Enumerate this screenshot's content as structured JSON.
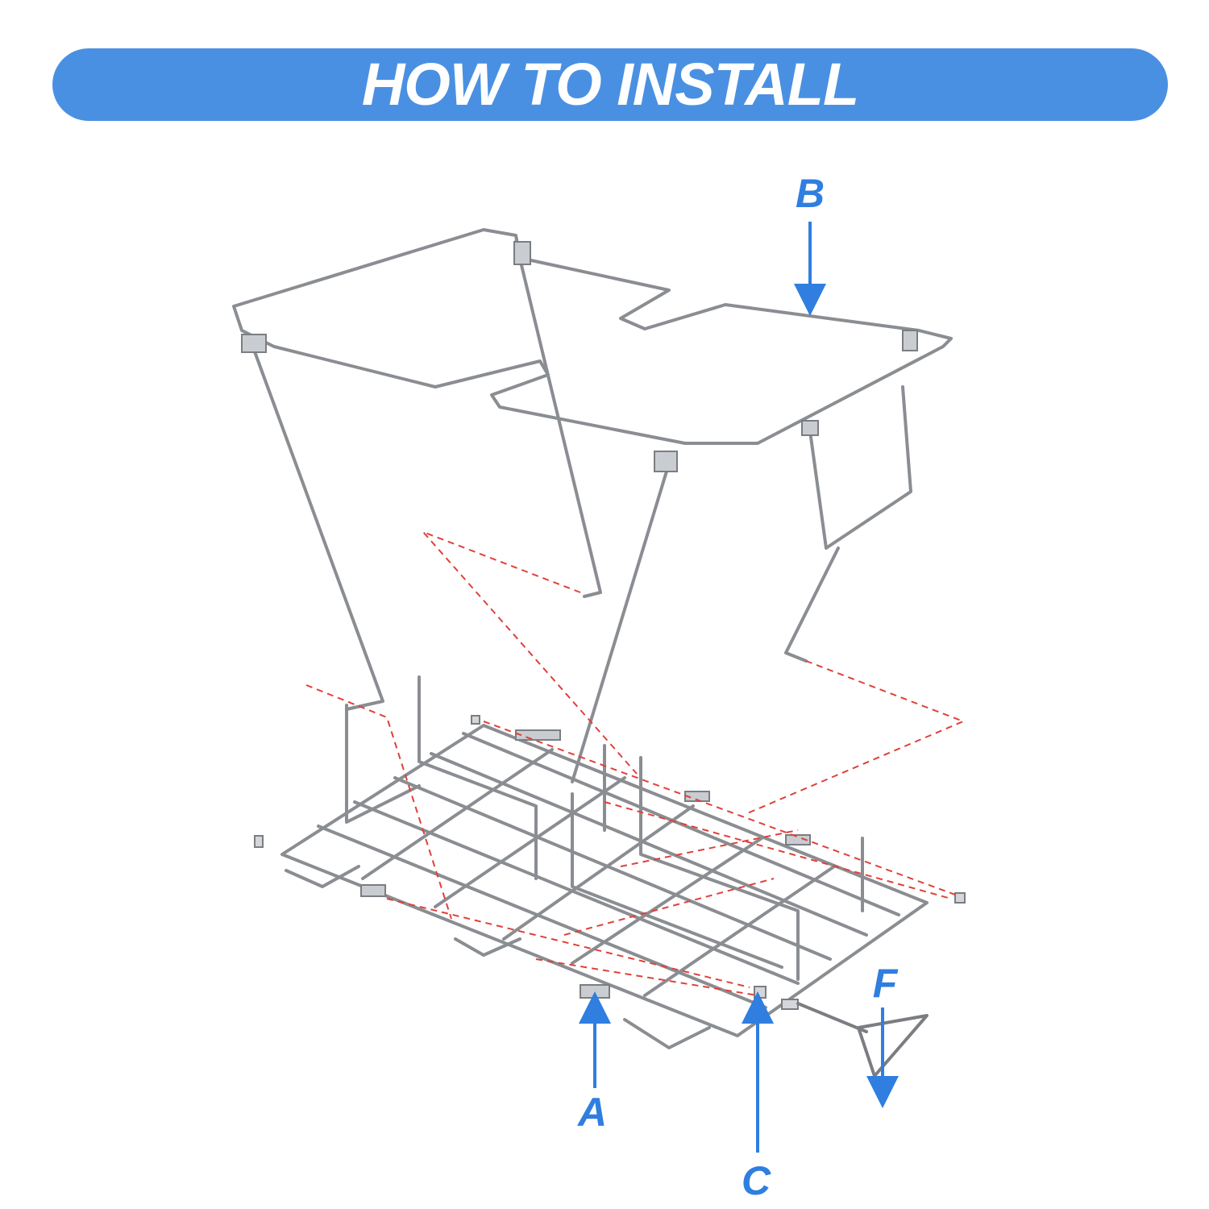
{
  "banner": {
    "title": "HOW TO INSTALL"
  },
  "labels": {
    "a": "A",
    "b": "B",
    "c": "C",
    "f": "F"
  },
  "colors": {
    "accent": "#4a90e2",
    "label": "#2f7ee0",
    "wire": "#8a8d91",
    "guide": "#e0403a"
  }
}
